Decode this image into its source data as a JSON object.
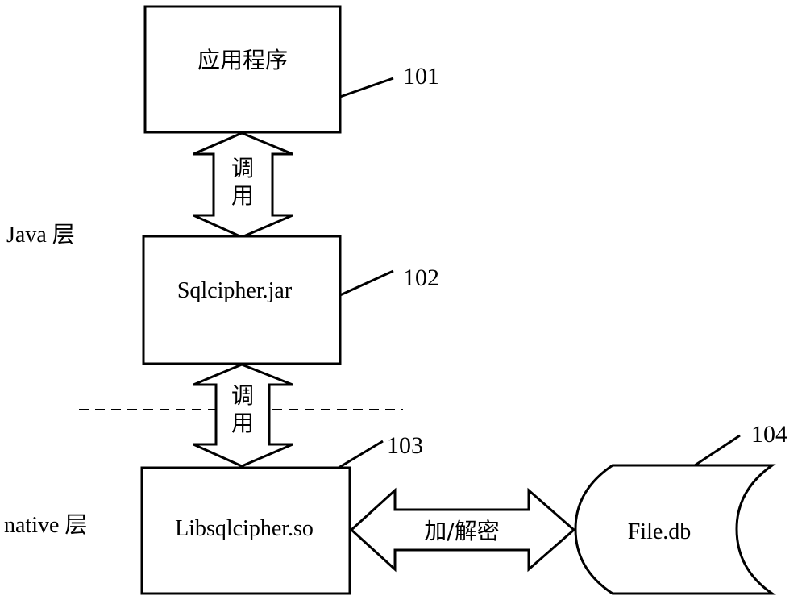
{
  "layers": {
    "java": "Java 层",
    "native": "native 层"
  },
  "boxes": {
    "app": {
      "label": "应用程序",
      "ref": "101"
    },
    "jar": {
      "label": "Sqlcipher.jar",
      "ref": "102"
    },
    "lib": {
      "label": "Libsqlcipher.so",
      "ref": "103"
    },
    "db": {
      "label": "File.db",
      "ref": "104"
    }
  },
  "arrows": {
    "call1": [
      "调",
      "用"
    ],
    "call2": [
      "调",
      "用"
    ],
    "crypt": "加/解密"
  }
}
